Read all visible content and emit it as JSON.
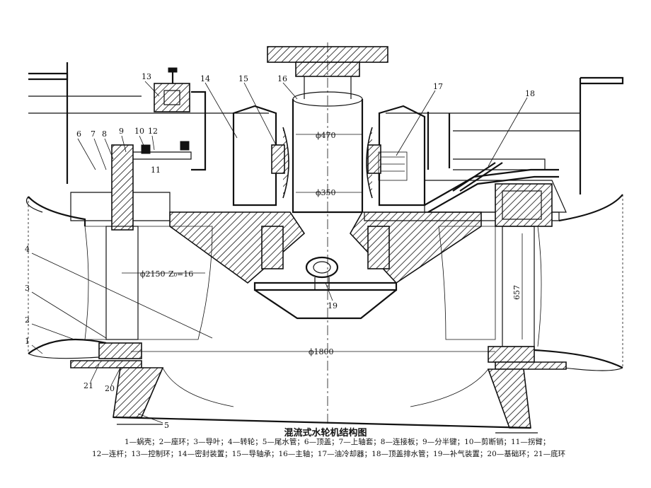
{
  "title": "混流式水轮机结构图",
  "legend_line1": "1—蜗壳；2—座环；3—导叶；4—转轮；5—尾水管；6—顶盖；7—上轴套；8—连接板；9—分半键；10—剪断销；11—拐臂；",
  "legend_line2": "12—连杆；13—控制环；14—密封装置；15—导轴承；16—主轴；17—油冷却器；18—顶盖排水管；19—补气装置；20—基础环；21—底环",
  "callouts": [
    "1",
    "2",
    "3",
    "4",
    "5",
    "6",
    "7",
    "8",
    "9",
    "10",
    "11",
    "12",
    "13",
    "14",
    "15",
    "16",
    "17",
    "18",
    "19",
    "20",
    "21"
  ],
  "dimensions": {
    "d470": "ϕ470",
    "d350": "ϕ350",
    "d2150": "ϕ2150",
    "z0_label": "Z₀=16",
    "d1800": "ϕ1800",
    "h657": "657"
  },
  "colors": {
    "ink": "#111111",
    "paper": "#ffffff"
  }
}
